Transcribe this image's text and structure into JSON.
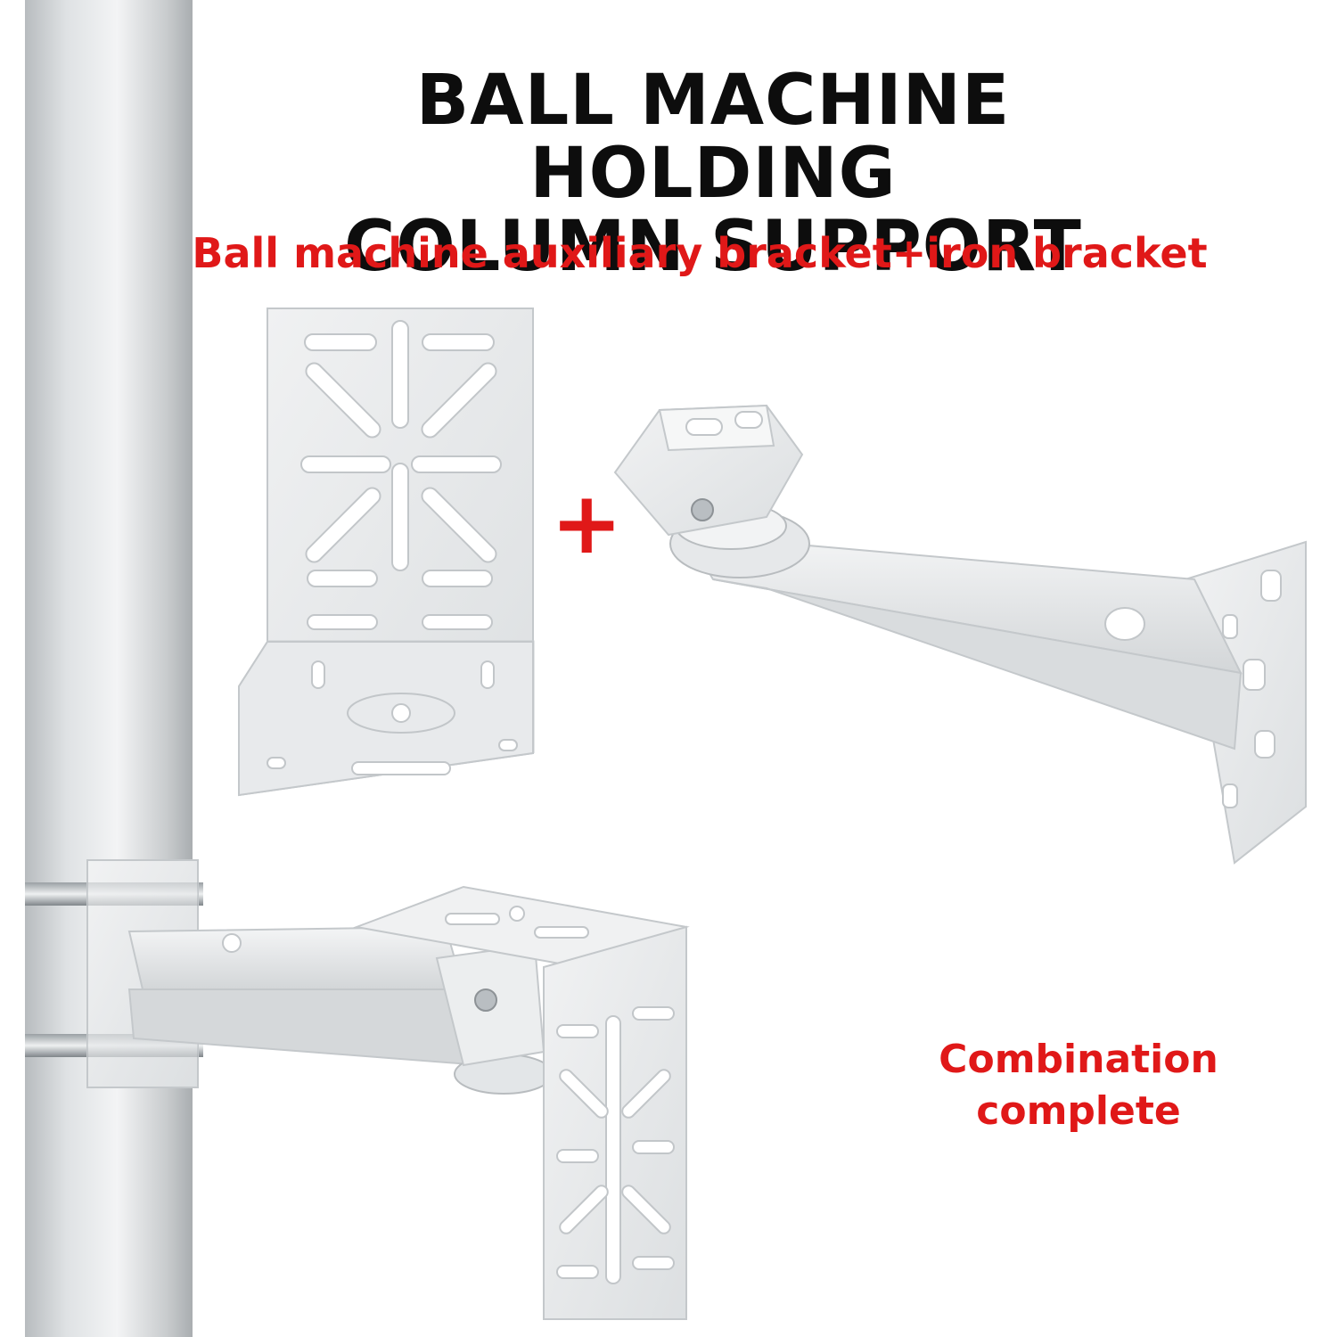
{
  "header": {
    "title_line1": "BALL MACHINE HOLDING",
    "title_line2": "COLUMN SUPPORT"
  },
  "subtitle": "Ball machine auxiliary bracket+iron bracket",
  "plus_sign": "+",
  "combination_note": {
    "line1": "Combination",
    "line2": "complete"
  },
  "colors": {
    "title": "#0d0d0d",
    "accent_red": "#e01818",
    "bracket_white": "#e9ebec",
    "pole_gray": "#cdd0d2"
  }
}
